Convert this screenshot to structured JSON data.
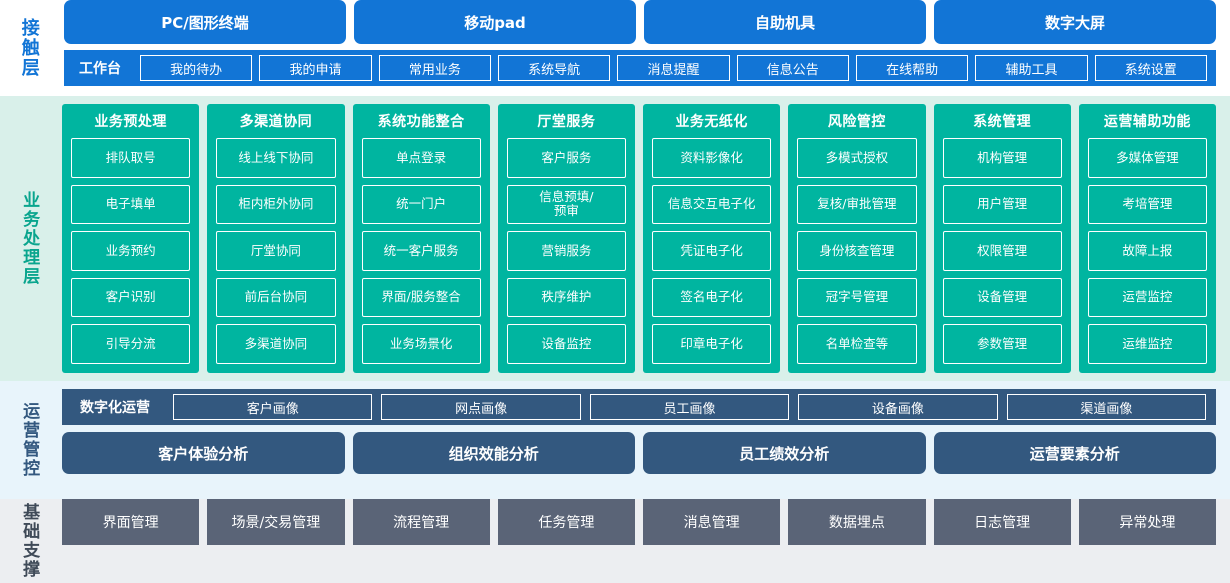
{
  "layers": {
    "contact": {
      "label": "接触层",
      "channels": [
        "PC/图形终端",
        "移动pad",
        "自助机具",
        "数字大屏"
      ],
      "workbench_title": "工作台",
      "workbench_items": [
        "我的待办",
        "我的申请",
        "常用业务",
        "系统导航",
        "消息提醒",
        "信息公告",
        "在线帮助",
        "辅助工具",
        "系统设置"
      ]
    },
    "business": {
      "label": "业务处理层",
      "columns": [
        {
          "title": "业务预处理",
          "items": [
            "排队取号",
            "电子填单",
            "业务预约",
            "客户识别",
            "引导分流"
          ]
        },
        {
          "title": "多渠道协同",
          "items": [
            "线上线下协同",
            "柜内柜外协同",
            "厅堂协同",
            "前后台协同",
            "多渠道协同"
          ]
        },
        {
          "title": "系统功能整合",
          "items": [
            "单点登录",
            "统一门户",
            "统一客户服务",
            "界面/服务整合",
            "业务场景化"
          ]
        },
        {
          "title": "厅堂服务",
          "items": [
            "客户服务",
            "信息预填/\n预审",
            "营销服务",
            "秩序维护",
            "设备监控"
          ]
        },
        {
          "title": "业务无纸化",
          "items": [
            "资料影像化",
            "信息交互电子化",
            "凭证电子化",
            "签名电子化",
            "印章电子化"
          ]
        },
        {
          "title": "风险管控",
          "items": [
            "多模式授权",
            "复核/审批管理",
            "身份核查管理",
            "冠字号管理",
            "名单检查等"
          ]
        },
        {
          "title": "系统管理",
          "items": [
            "机构管理",
            "用户管理",
            "权限管理",
            "设备管理",
            "参数管理"
          ]
        },
        {
          "title": "运营辅助功能",
          "items": [
            "多媒体管理",
            "考培管理",
            "故障上报",
            "运营监控",
            "运维监控"
          ]
        }
      ]
    },
    "operations": {
      "label": "运营管控",
      "digital_title": "数字化运营",
      "portraits": [
        "客户画像",
        "网点画像",
        "员工画像",
        "设备画像",
        "渠道画像"
      ],
      "analyses": [
        "客户体验分析",
        "组织效能分析",
        "员工绩效分析",
        "运营要素分析"
      ]
    },
    "foundation": {
      "label": "基础支撑",
      "items": [
        "界面管理",
        "场景/交易管理",
        "流程管理",
        "任务管理",
        "消息管理",
        "数据埋点",
        "日志管理",
        "异常处理"
      ]
    }
  },
  "colors": {
    "contact_blue": "#1275d6",
    "business_teal": "#00b5a0",
    "business_band_bg": "#d9f0ea",
    "operations_slate": "#33587f",
    "operations_band_bg": "#e8f4fb",
    "foundation_gray": "#5a6477",
    "foundation_band_bg": "#eceef1"
  }
}
